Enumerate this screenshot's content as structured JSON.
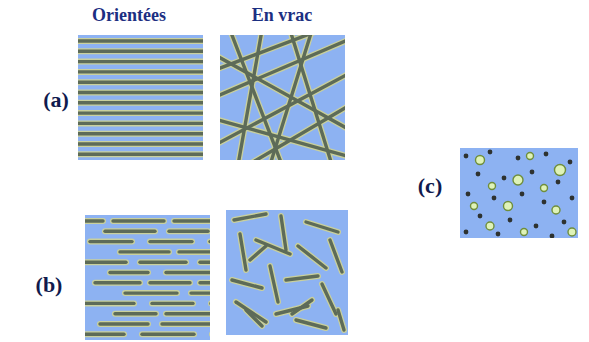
{
  "diagram": {
    "labels": [
      "Orientées",
      "En vrac",
      "(a)",
      "(b)",
      "(c)"
    ]
  }
}
